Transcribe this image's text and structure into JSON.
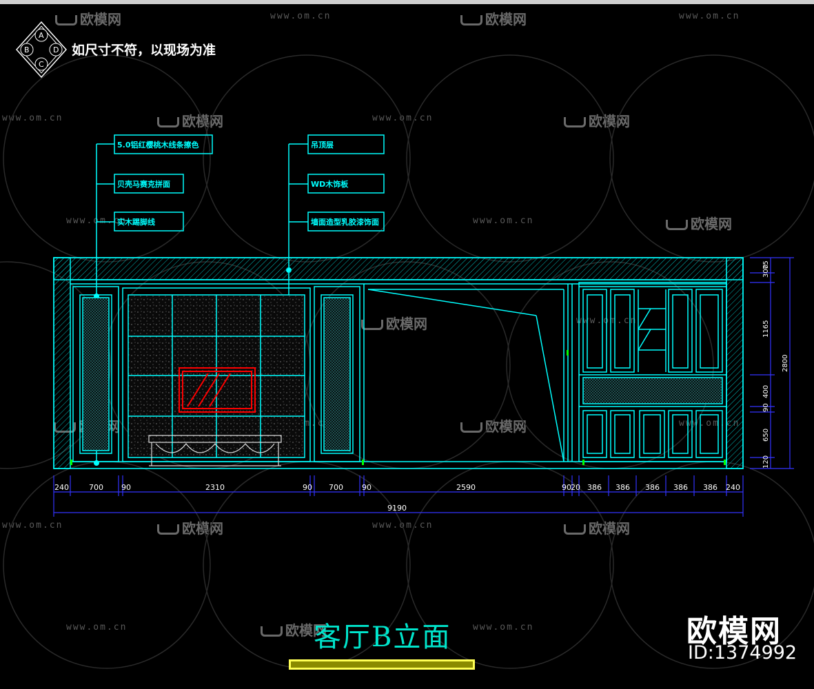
{
  "header_note": "如尺寸不符，以现场为准",
  "compass": {
    "top": "A",
    "left": "B",
    "right": "D",
    "bottom": "C"
  },
  "left_labels": [
    "5.0铝红樱桃木线条擦色",
    "贝壳马赛克拼面",
    "实木踢脚线"
  ],
  "right_labels": [
    "吊顶层",
    "WD木饰板",
    "墙面造型乳胶漆饰面"
  ],
  "horizontal_dims": [
    "240",
    "700",
    "90",
    "2310",
    "90",
    "700",
    "90",
    "2590",
    "90",
    "20",
    "386",
    "386",
    "386",
    "386",
    "386",
    "240"
  ],
  "total_width": "9190",
  "vertical_dims": [
    "75",
    "300",
    "1165",
    "400",
    "90",
    "650",
    "120"
  ],
  "total_height": "2800",
  "drawing_title": "客厅B立面",
  "watermark": {
    "brand": "欧模网",
    "url": "www.om.cn"
  },
  "logo": {
    "brand": "欧模网",
    "id": "ID:1374992"
  },
  "colors": {
    "line": "#00ffff",
    "dimension": "#3333ff",
    "tv": "#ff0000",
    "text": "#ffffff"
  }
}
